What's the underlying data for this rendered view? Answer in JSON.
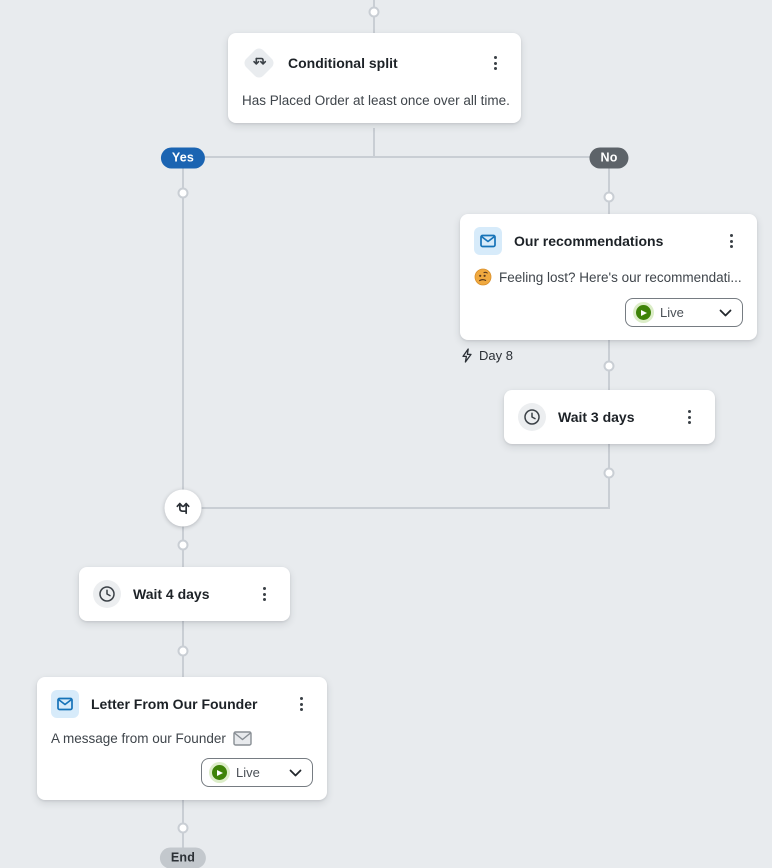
{
  "colors": {
    "canvas_bg": "#e8ebee",
    "connector_line": "#c9ced4",
    "yes_badge_bg": "#1b64b2",
    "no_badge_bg": "#5d6369",
    "end_badge_bg": "#c3c8cd",
    "card_bg": "#ffffff",
    "email_icon_blue": "#1673b8",
    "email_icon_bg": "#d7ebfa",
    "live_green": "#3e8308",
    "live_ring_green": "#dcedc8"
  },
  "flow": {
    "conditional_split": {
      "title": "Conditional split",
      "description": "Has Placed Order at least once over all time.",
      "icon": "split-icon",
      "menu_icon": "kebab-menu-icon"
    },
    "yes_branch_label": "Yes",
    "no_branch_label": "No",
    "our_recommendations": {
      "title": "Our recommendations",
      "icon": "email-icon",
      "preview_emoji": "thinking-face-emoji",
      "preview": "Feeling lost? Here's our recommendati...",
      "status": "Live"
    },
    "day_label": "Day 8",
    "wait_3_days": {
      "title": "Wait 3 days",
      "icon": "clock-icon"
    },
    "wait_4_days": {
      "title": "Wait 4 days",
      "icon": "clock-icon"
    },
    "letter_from_founder": {
      "title": "Letter From Our Founder",
      "icon": "email-icon",
      "preview": "A message from our Founder",
      "preview_emoji": "envelope-emoji",
      "status": "Live"
    },
    "end_label": "End"
  }
}
